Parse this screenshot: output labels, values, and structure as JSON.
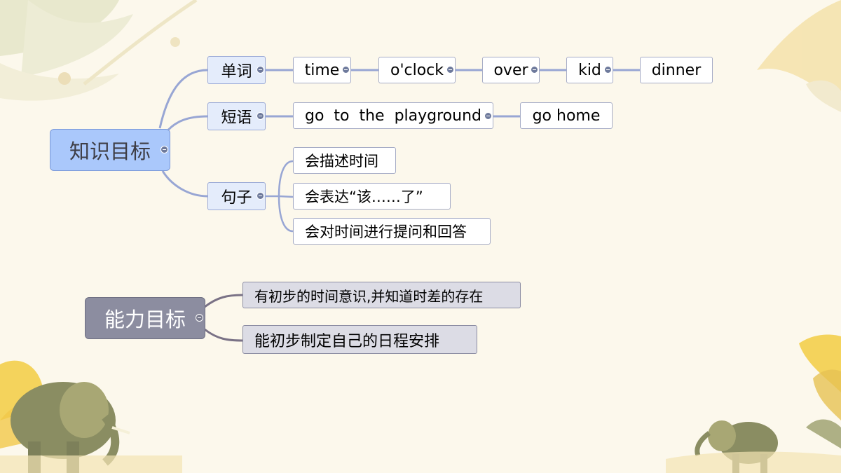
{
  "colors": {
    "connector_knowledge": "#98a6d4",
    "connector_ability": "#7a7286"
  },
  "mindmap": {
    "knowledge": {
      "label": "知识目标",
      "words": {
        "label": "单词",
        "items": [
          "time",
          "o'clock",
          "over",
          "kid",
          "dinner"
        ]
      },
      "phrases": {
        "label": "短语",
        "items": [
          "go  to  the  playground",
          "go home"
        ]
      },
      "sentences": {
        "label": "句子",
        "items": [
          "会描述时间",
          "会表达“该……了”",
          "会对时间进行提问和回答"
        ]
      }
    },
    "ability": {
      "label": "能力目标",
      "items": [
        "有初步的时间意识,并知道时差的存在",
        "能初步制定自己的日程安排"
      ]
    }
  }
}
